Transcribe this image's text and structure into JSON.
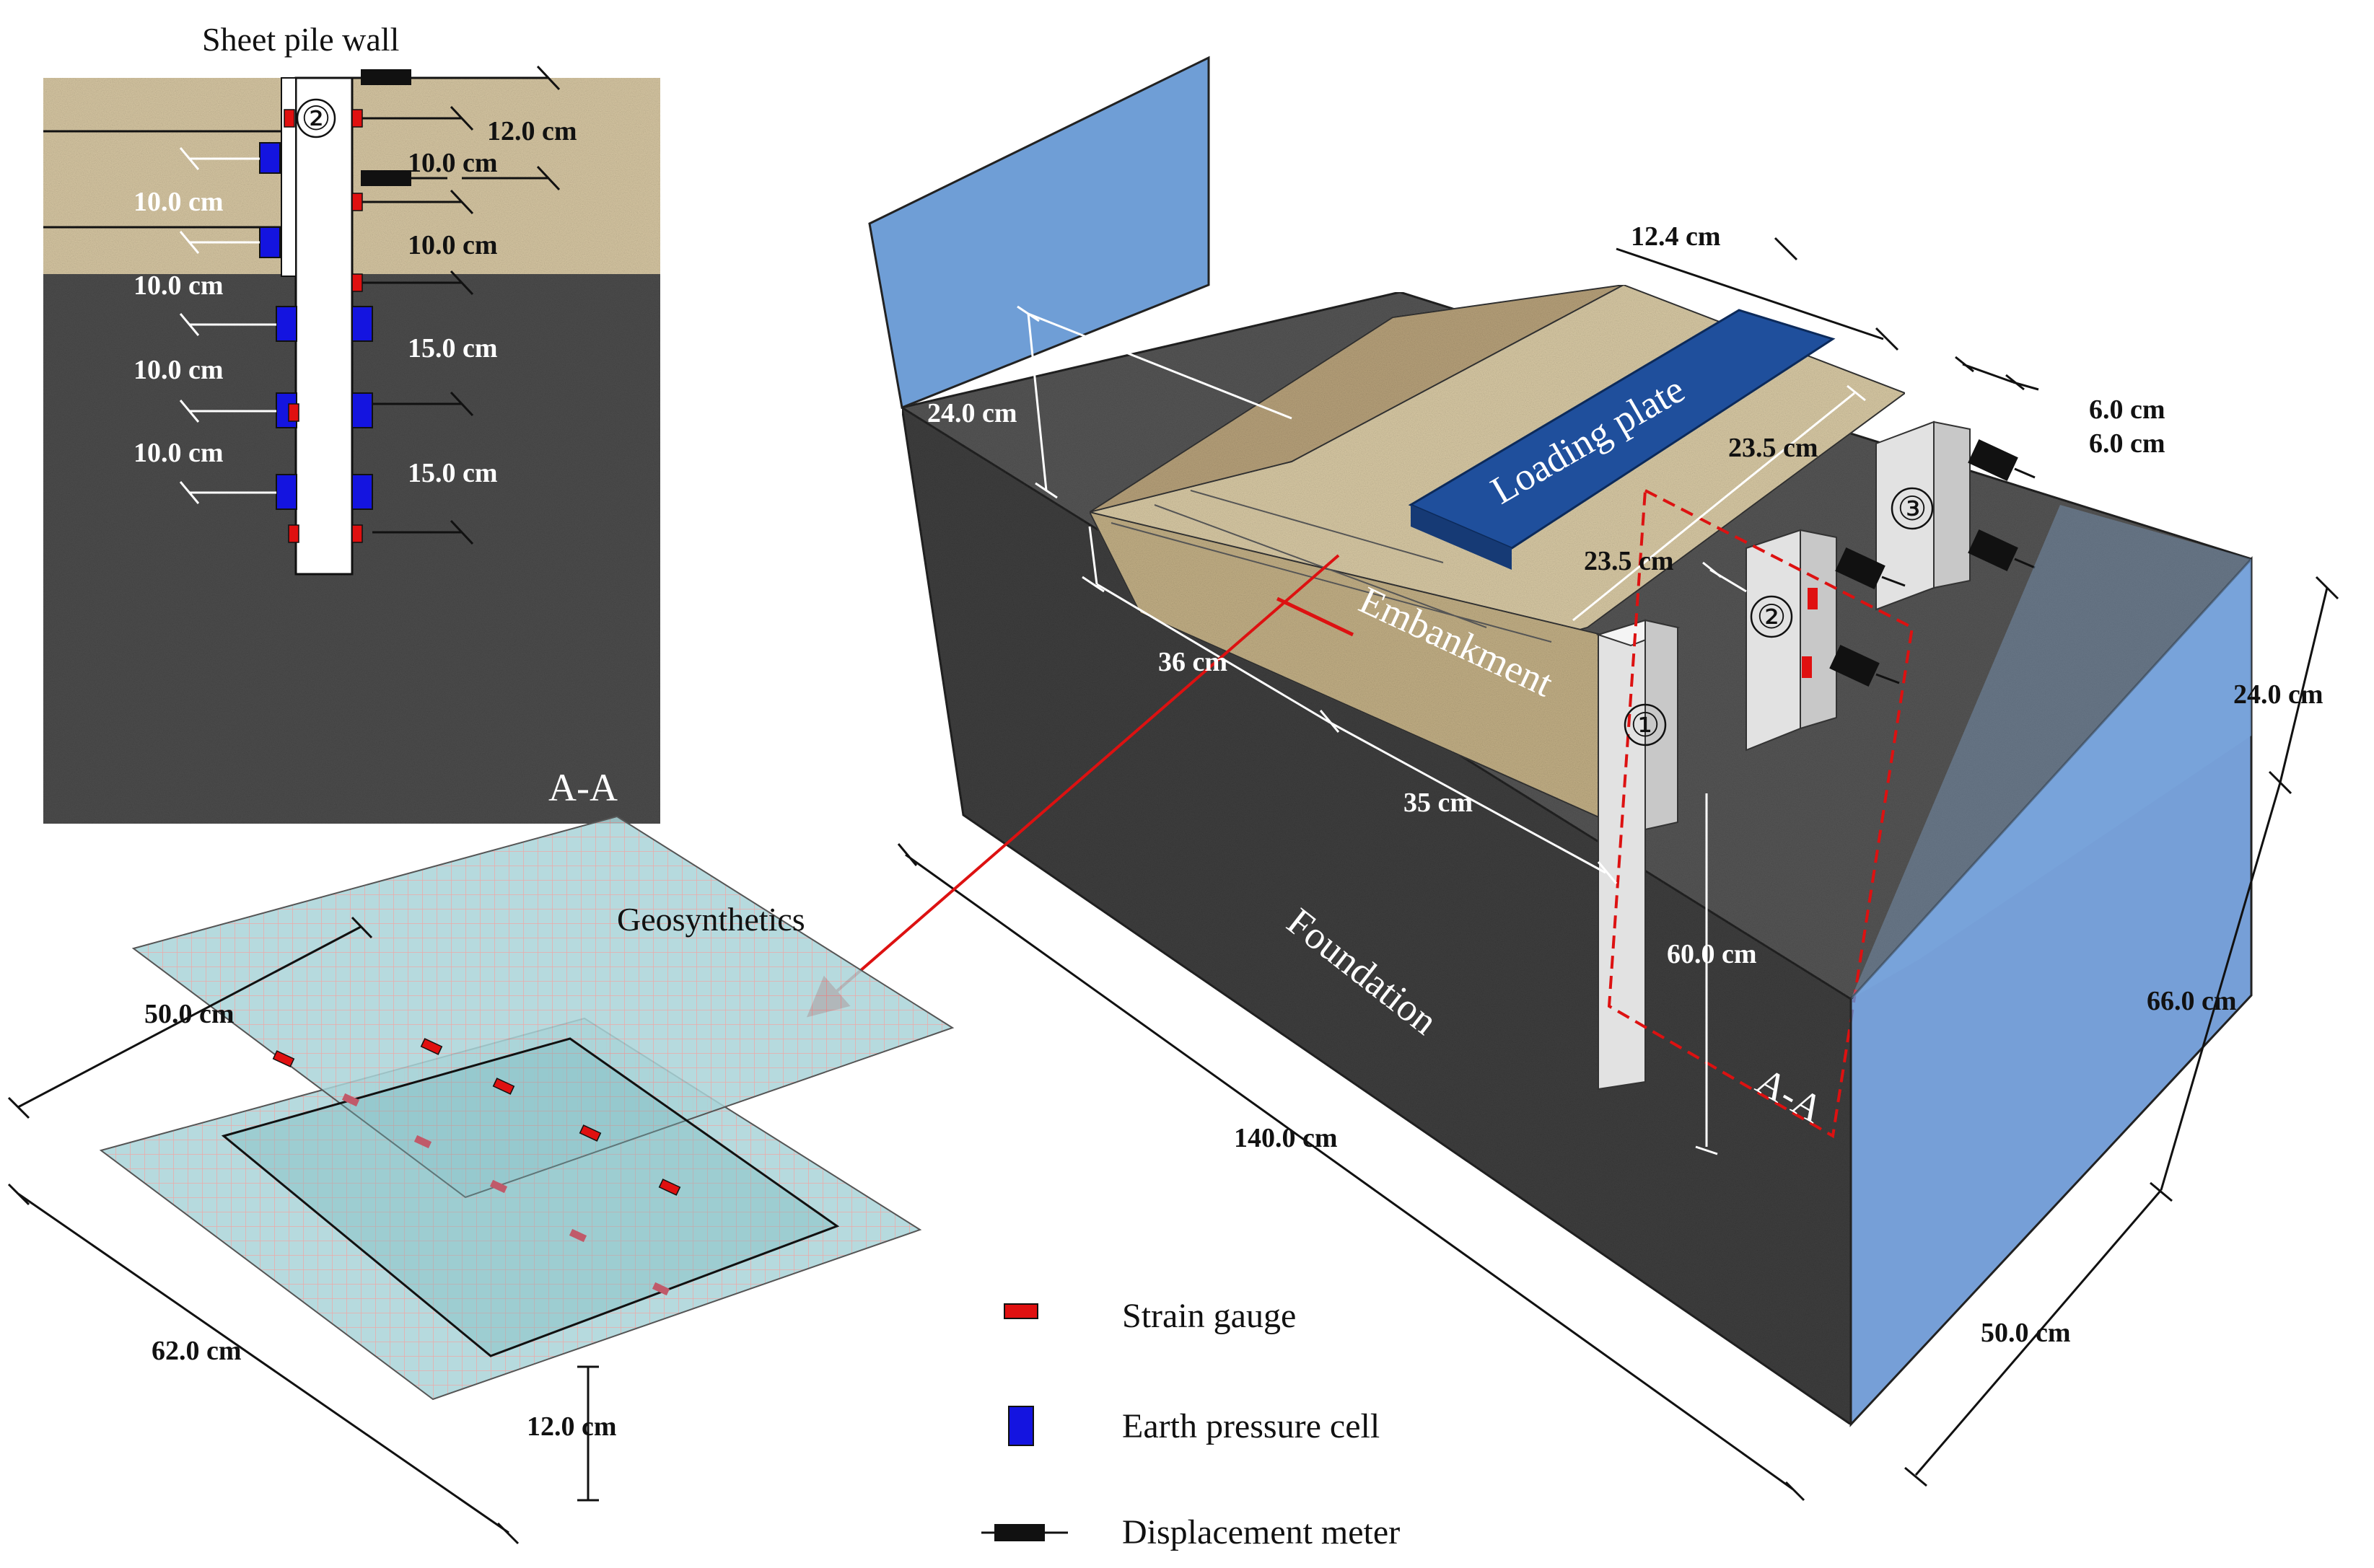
{
  "section": {
    "title": "Sheet pile wall",
    "pile_number": "②",
    "section_label": "A-A",
    "dims": {
      "d1": "12.0 cm",
      "d2": "10.0 cm",
      "d3": "10.0 cm",
      "d4": "10.0 cm",
      "d5": "10.0 cm",
      "d6": "10.0 cm",
      "d7": "15.0 cm",
      "d8": "10.0 cm",
      "d9": "15.0 cm"
    }
  },
  "model": {
    "loading_plate": "Loading plate",
    "embankment": "Embankment",
    "foundation": "Foundation",
    "section_label": "A-A",
    "piles": [
      "①",
      "②",
      "③"
    ],
    "dims": {
      "top_width": "12.4 cm",
      "emb_height": "24.0 cm",
      "pile_w1": "6.0 cm",
      "pile_w2": "6.0 cm",
      "pile_sp1": "23.5 cm",
      "pile_sp2": "23.5 cm",
      "base1": "36 cm",
      "base2": "35 cm",
      "pile_len": "60.0 cm",
      "tank_top": "24.0 cm",
      "tank_found": "66.0 cm",
      "length": "140.0 cm",
      "width": "50.0 cm"
    }
  },
  "geo": {
    "title": "Geosynthetics",
    "dims": {
      "inner": "50.0 cm",
      "outer": "62.0 cm",
      "spacing": "12.0 cm"
    }
  },
  "legend": [
    {
      "label": "Strain gauge",
      "symbol": "strain",
      "color": "#e01010"
    },
    {
      "label": "Earth pressure cell",
      "symbol": "pressure",
      "color": "#1414e0"
    },
    {
      "label": "Displacement meter",
      "symbol": "meter",
      "color": "#111111"
    }
  ],
  "colors": {
    "sand": "#d6c6a2",
    "gravel": "#4a4a4a",
    "water": "#6f9ed6",
    "plate": "#1f4f9c",
    "geo": "#a7d2d6",
    "arrow": "#dd1111"
  }
}
